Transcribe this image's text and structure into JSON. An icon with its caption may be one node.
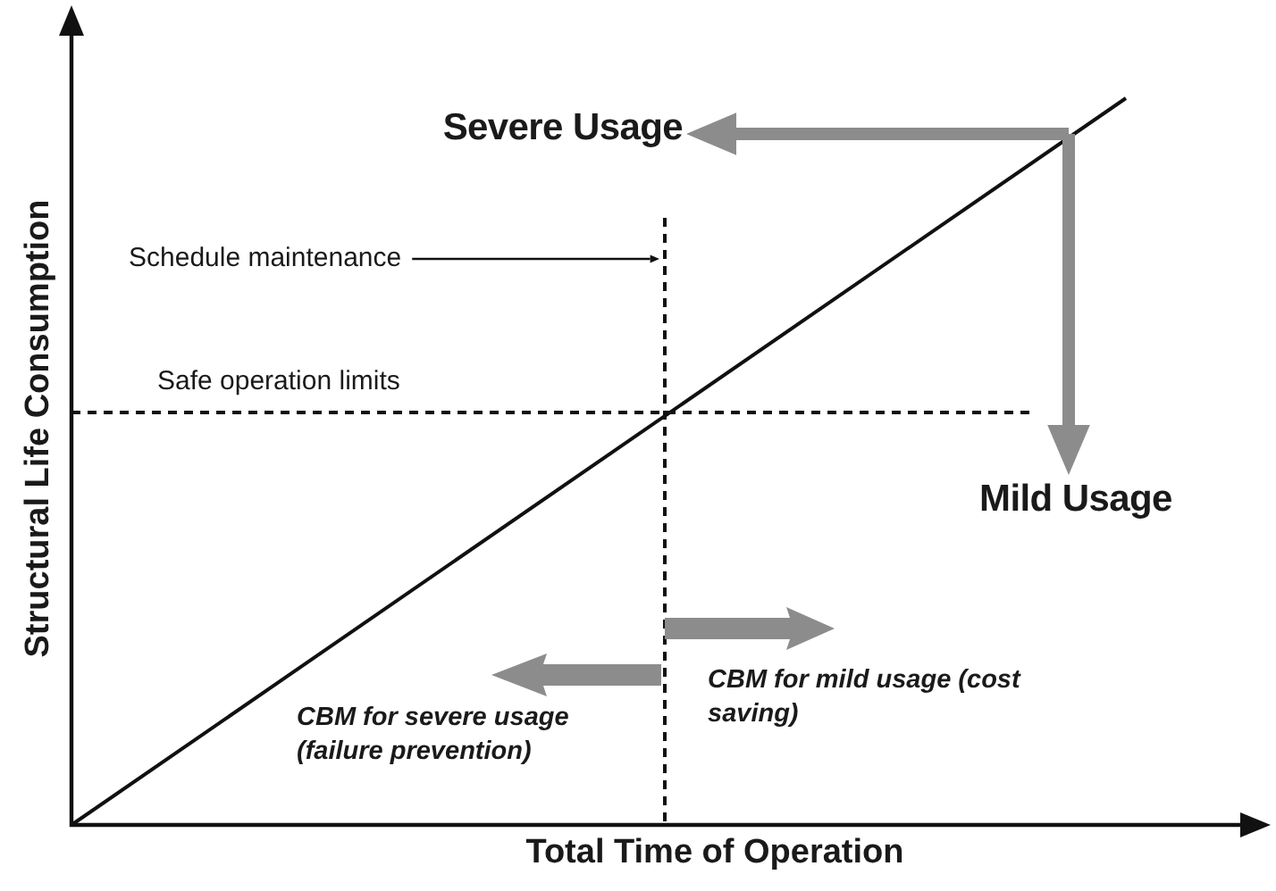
{
  "diagram": {
    "nodes": [
      {
        "text": [
          "Severe Usage"
        ]
      },
      {
        "text": [
          "Mild Usage"
        ]
      },
      {
        "text": [
          "Schedule maintenance"
        ]
      }
    ],
    "edges": [
      {
        "from": null,
        "to": 0,
        "arrow": "to",
        "color": "#8c8c8c"
      },
      {
        "from": null,
        "to": 1,
        "arrow": "to",
        "color": "#8c8c8c"
      },
      {
        "from": 2,
        "to": null,
        "arrow": "to",
        "color": "#111111"
      }
    ],
    "labels": [
      "Safe operation limits",
      "CBM for mild usage (cost saving)",
      "CBM for severe usage (failure prevention)",
      "Structural Life Consumption",
      "Total Time of Operation"
    ]
  }
}
